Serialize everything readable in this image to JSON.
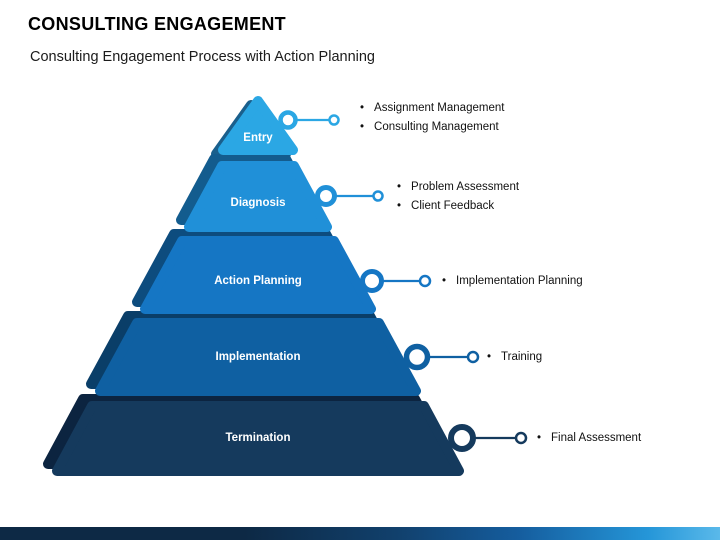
{
  "header": {
    "title": "CONSULTING ENGAGEMENT",
    "subtitle": "Consulting Engagement Process with Action Planning"
  },
  "pyramid": {
    "levels": [
      {
        "label": "Entry",
        "color": "#2BA7E4",
        "bullets": [
          "Assignment Management",
          "Consulting Management"
        ]
      },
      {
        "label": "Diagnosis",
        "color": "#2090D8",
        "bullets": [
          "Problem Assessment",
          "Client Feedback"
        ]
      },
      {
        "label": "Action Planning",
        "color": "#1576C4",
        "bullets": [
          "Implementation Planning"
        ]
      },
      {
        "label": "Implementation",
        "color": "#0F60A2",
        "bullets": [
          "Training"
        ]
      },
      {
        "label": "Termination",
        "color": "#153A5D",
        "bullets": [
          "Final Assessment"
        ]
      }
    ]
  },
  "footer": {
    "accent_gradient": [
      "#0D2945",
      "#155D9E",
      "#5AB9EA"
    ]
  }
}
